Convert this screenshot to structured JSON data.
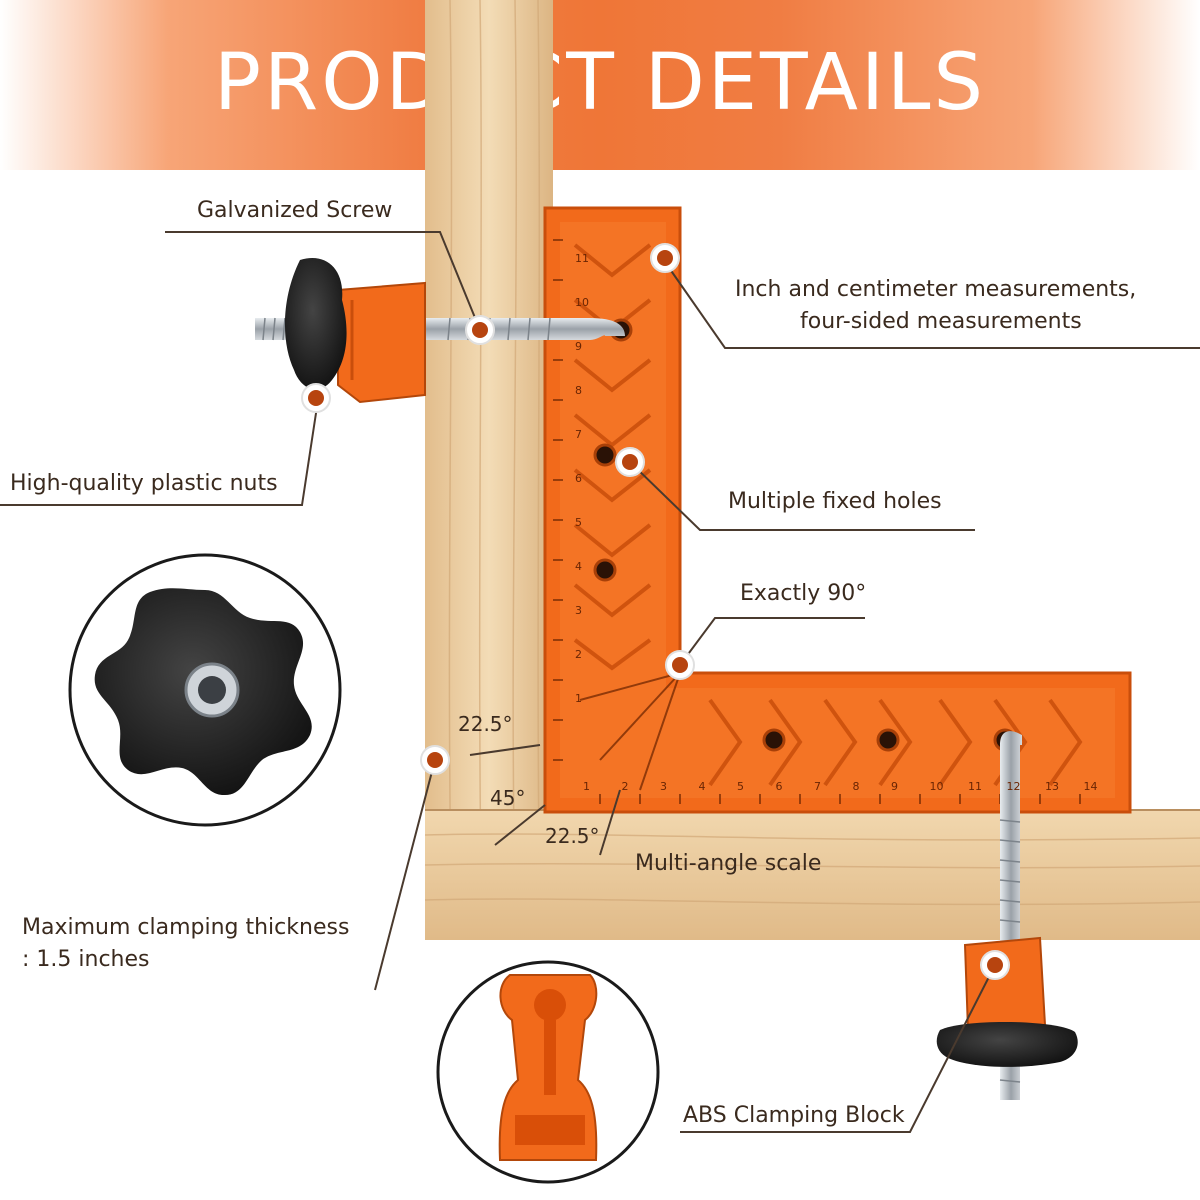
{
  "banner": {
    "title": "PRODUCT DETAILS"
  },
  "callouts": {
    "galvanized_screw": "Galvanized Screw",
    "inch_cm_line1": "Inch and centimeter measurements,",
    "inch_cm_line2": "four-sided measurements",
    "plastic_nuts": "High-quality plastic nuts",
    "fixed_holes": "Multiple fixed holes",
    "exactly_90": "Exactly 90°",
    "angle_a": "22.5°",
    "angle_b": "45°",
    "angle_c": "22.5°",
    "multi_angle": "Multi-angle scale",
    "max_thickness_line1": "Maximum clamping thickness",
    "max_thickness_line2": ": 1.5 inches",
    "abs_block": "ABS Clamping Block"
  },
  "scale": {
    "vertical_numbers": [
      "11",
      "10",
      "9",
      "8",
      "7",
      "6",
      "5",
      "4",
      "3",
      "2",
      "1"
    ],
    "horizontal_numbers": [
      "1",
      "2",
      "3",
      "4",
      "5",
      "6",
      "7",
      "8",
      "9",
      "10",
      "11",
      "12",
      "13",
      "14"
    ]
  },
  "colors": {
    "accent": "#ef7637",
    "plastic": "#f26a1b",
    "wood": "#eed2a7",
    "knob": "#151515",
    "steel": "#b9bec4"
  }
}
